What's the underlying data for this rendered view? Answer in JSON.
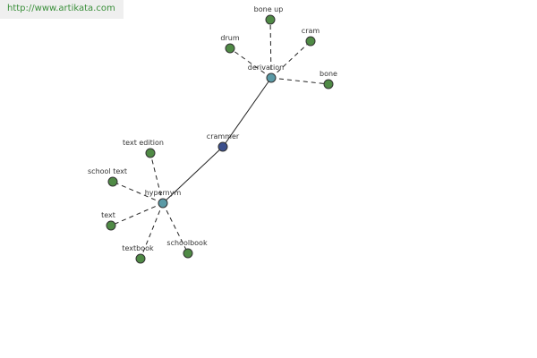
{
  "url_text": "http://www.artikata.com",
  "colors": {
    "center": "#3b4f8c",
    "relation": "#5b9aa6",
    "leaf": "#4f8a45",
    "url": "#3a8f3a"
  },
  "nodes": {
    "crammer": {
      "label": "crammer",
      "kind": "center"
    },
    "derivation": {
      "label": "derivation",
      "kind": "relation"
    },
    "hypernym": {
      "label": "hypernym",
      "kind": "relation"
    },
    "bone_up": {
      "label": "bone up",
      "kind": "leaf"
    },
    "cram": {
      "label": "cram",
      "kind": "leaf"
    },
    "drum": {
      "label": "drum",
      "kind": "leaf"
    },
    "bone": {
      "label": "bone",
      "kind": "leaf"
    },
    "text_edition": {
      "label": "text edition",
      "kind": "leaf"
    },
    "school_text": {
      "label": "school text",
      "kind": "leaf"
    },
    "text": {
      "label": "text",
      "kind": "leaf"
    },
    "textbook": {
      "label": "textbook",
      "kind": "leaf"
    },
    "schoolbook": {
      "label": "schoolbook",
      "kind": "leaf"
    }
  }
}
